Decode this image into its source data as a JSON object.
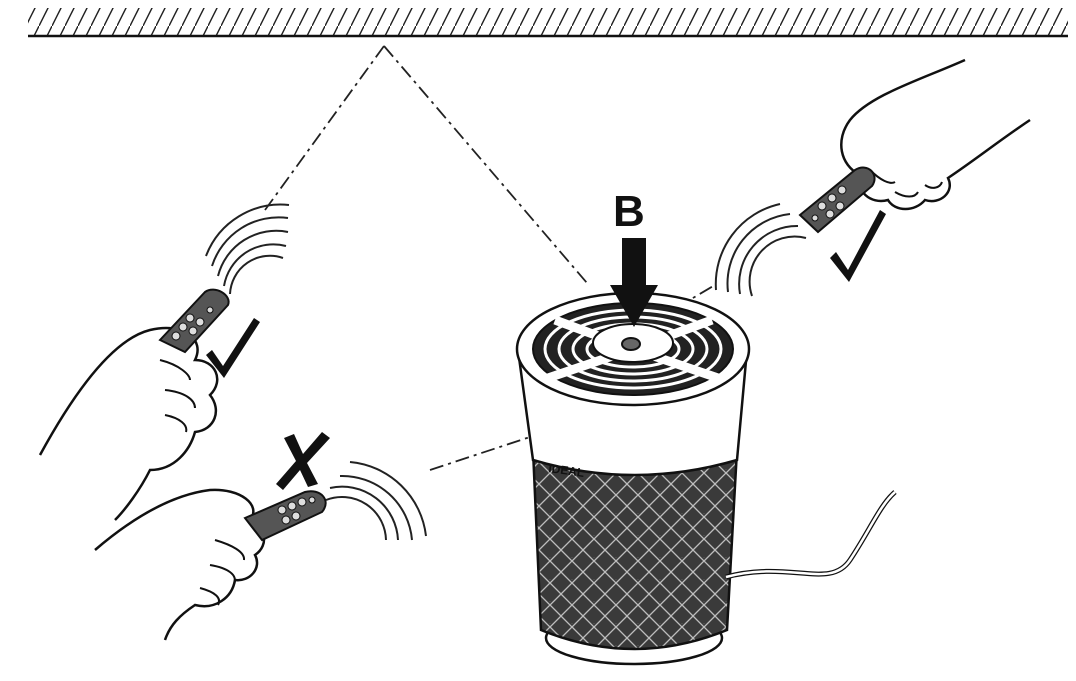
{
  "diagram": {
    "label_b": "B",
    "brand_text": "IDEAL",
    "marks": {
      "top_right": "check-mark",
      "left_upper": "check-mark",
      "left_lower": "cross-mark"
    }
  }
}
